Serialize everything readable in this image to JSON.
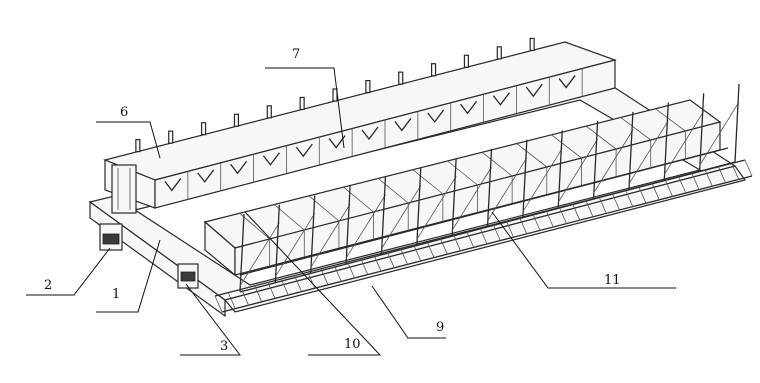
{
  "figure": {
    "callouts": [
      {
        "id": "1",
        "text": "1"
      },
      {
        "id": "2",
        "text": "2"
      },
      {
        "id": "3",
        "text": "3"
      },
      {
        "id": "6",
        "text": "6"
      },
      {
        "id": "7",
        "text": "7"
      },
      {
        "id": "9",
        "text": "9"
      },
      {
        "id": "10",
        "text": "10"
      },
      {
        "id": "11",
        "text": "11"
      }
    ]
  }
}
